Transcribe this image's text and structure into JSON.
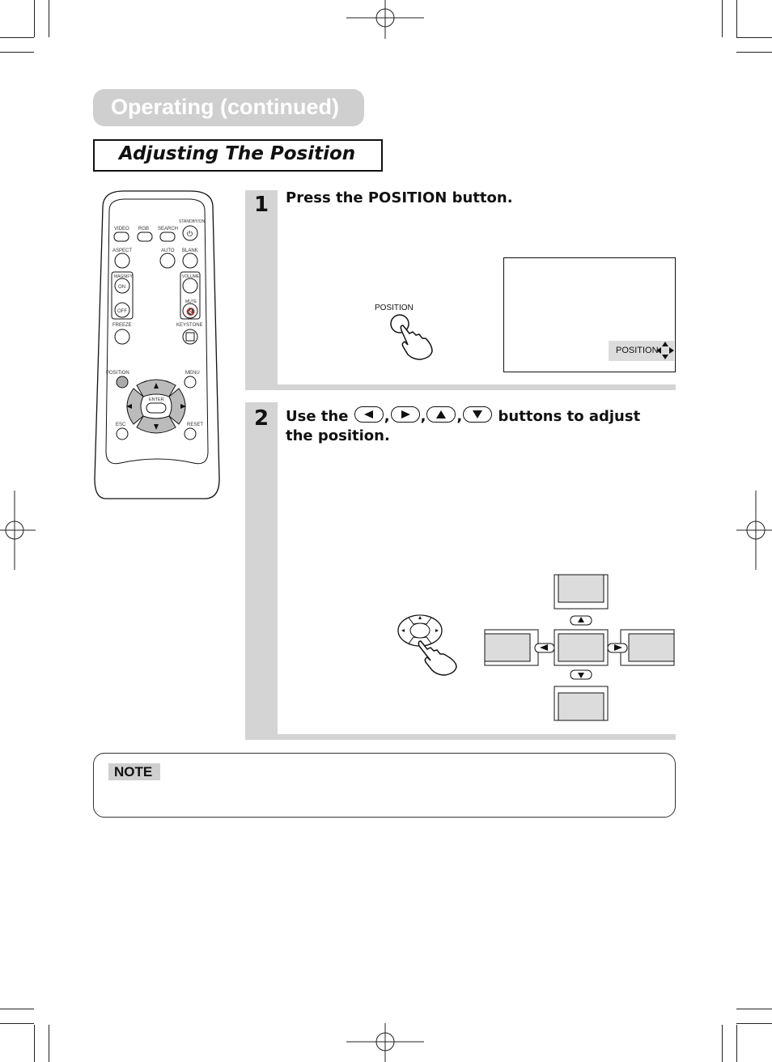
{
  "header": {
    "title": "Operating (continued)",
    "subtitle": "Adjusting The Position"
  },
  "remote": {
    "labels": {
      "video": "VIDEO",
      "rgb": "RGB",
      "search": "SEARCH",
      "standby": "STANDBY/ON",
      "aspect": "ASPECT",
      "auto": "AUTO",
      "blank": "BLANK",
      "magnify": "MAGNIFY",
      "on": "ON",
      "off": "OFF",
      "volume": "VOLUME",
      "mute": "MUTE",
      "freeze": "FREEZE",
      "keystone": "KEYSTONE",
      "position": "POSITION",
      "menu": "MENU",
      "enter": "ENTER",
      "esc": "ESC",
      "reset": "RESET"
    }
  },
  "step1": {
    "number": "1",
    "instruction": "Press the POSITION button.",
    "button_label": "POSITION",
    "screen_label": "POSITION"
  },
  "step2": {
    "number": "2",
    "instruction_pre": "Use the",
    "separator": ",",
    "instruction_post": "buttons to adjust",
    "instruction_line2": "the position."
  },
  "note": {
    "label": "NOTE"
  },
  "colors": {
    "panel_gray": "#d4d4d4",
    "pill_gray": "#cfcfcf",
    "screen_gray": "#dcdcdc"
  }
}
